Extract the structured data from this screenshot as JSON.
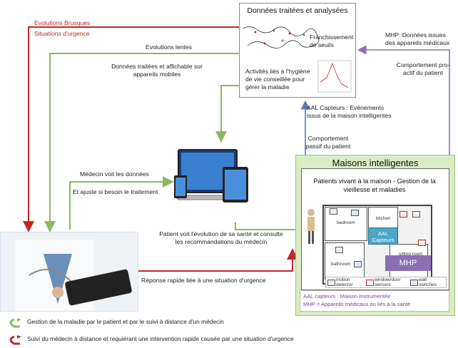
{
  "top_box": {
    "title": "Données traitées et analysées",
    "threshold_label": "Franchissement de seuils",
    "activities_label": "Activités liés à l'hygiène de vie conseillée pour gérer la maladie"
  },
  "labels": {
    "evolutions_brusques": "Evolutions Brusques",
    "situations_urgence": "Situations d'urgence",
    "evolutions_lentes": "Evolutions lentes",
    "donnees_mobiles": "Données traitées et affichable sur appareils mobiles",
    "mhp_donnees": "MHP :Données issues des appareils médicaux",
    "comportement_proactif": "Comportement pro-actif du patient",
    "aal_capteurs": "AAL Capteurs : Evénements issus de la maison intelligentes",
    "comportement_passif": "Comportement passif du patient",
    "medecin_voit": "Médecin voit les données",
    "ajuste": "Et ajuste si besoin le traitement",
    "patient_voit": "Patient voit l'évolution de sa santé et consulte les recommandations du médecin",
    "reponse_rapide": "Réponse rapide liée à une situation d'urgence"
  },
  "smart_home": {
    "title": "Maisons intelligentes",
    "patients": "Patients vivant à la maison - Gestion de la vieillesse et maladies",
    "aal_box": "AAL Capteurs",
    "mhp_box": "MHP",
    "rooms": [
      "bedroom",
      "kitchen",
      "bathroom",
      "sitting room"
    ],
    "device_legend": [
      "motion detector",
      "window/door sensors",
      "wall switches"
    ],
    "notes": [
      "AAL capteurs : Maison Instrumentée",
      "MHP = Appareils médicaux ou liés à la santé"
    ]
  },
  "legend": {
    "green": "Gestion de la maladie par le patient et par le suivi à distance d'un médecin",
    "red": "Suivi du médecin à distance et requiérant une intervention rapide causée par une situation d'urgence"
  },
  "colors": {
    "red": "#c0282a",
    "green": "#8db860",
    "blue": "#5b78b8",
    "purple": "#8b6fb5"
  }
}
